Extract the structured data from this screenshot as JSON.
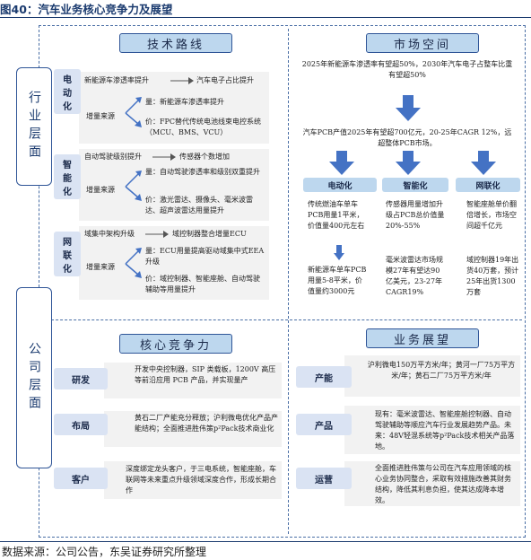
{
  "figure_title": "图40：汽车业务核心竞争力及展望",
  "source": "数据来源：公司公告，东吴证券研究所整理",
  "side_labels": {
    "industry": "行业层面",
    "company": "公司层面"
  },
  "tech_route": {
    "header": "技术路线",
    "rows": [
      {
        "label": "电动化",
        "trend_from": "新能源车渗透率提升",
        "trend_to": "汽车电子占比提升",
        "driver": "增量来源",
        "vol": "量：新能源车渗透率提升",
        "price": "价：FPC替代传统电池线束电控系统（MCU、BMS、VCU）"
      },
      {
        "label": "智能化",
        "trend_from": "自动驾驶级别提升",
        "trend_to": "传感器个数增加",
        "driver": "增量来源",
        "vol": "量：自动驾驶渗透率和级别双重提升",
        "price": "价：激光雷达、摄像头、毫米波雷达、超声波雷达用量提升"
      },
      {
        "label": "网联化",
        "trend_from": "域集中架构升级",
        "trend_to": "域控制器整合增量ECU",
        "driver": "增量来源",
        "vol": "量：ECU用量提高驱动域集中式EEA升级",
        "price": "价：域控制器、智能座舱、自动驾驶辅助等用量提升"
      }
    ]
  },
  "market_space": {
    "header": "市场空间",
    "top_text": "2025年新能源车渗透率有望超50%，2030年汽车电子占整车比重有望超50%",
    "mid_text": "汽车PCB产值2025年有望超700亿元，20-25年CAGR 12%，远超整体PCB市场。",
    "columns": [
      {
        "label": "电动化",
        "text1": "传统燃油车单车PCB用量1平米，价值量400元左右",
        "text2": "新能源车单车PCB用量5-8平米，价值量约3000元"
      },
      {
        "label": "智能化",
        "text1": "传感器用量增加升级占PCB总价值量20%-55%",
        "text2": "毫米波雷达市场规模27年有望达90亿美元，23-27年CAGR19%"
      },
      {
        "label": "网联化",
        "text1": "智能座舱单价翻倍增长，市场空间超千亿元",
        "text2": "域控制器19年出货40万套，预计25年出货1300万套"
      }
    ]
  },
  "core_comp": {
    "header": "核心竞争力",
    "rows": [
      {
        "label": "研发",
        "text": "开发中央控制器，SIP 类载板，1200V 高压等前沿应用 PCB 产品，并实现量产"
      },
      {
        "label": "布局",
        "text": "黄石二厂产能充分释放；沪利微电优化产品产能结构；全面推进胜伟策p²Pack技术商业化"
      },
      {
        "label": "客户",
        "text": "深度绑定龙头客户，于三电系统，智能座舱，车联网等未来重点升级领域深度合作，形成长期合作"
      }
    ]
  },
  "outlook": {
    "header": "业务展望",
    "rows": [
      {
        "label": "产能",
        "text": "沪利微电150万平方米/年；黄河一厂75万平方米/年；黄石二厂75万平方米/年"
      },
      {
        "label": "产品",
        "text": "现有：毫米波雷达、智能座舱控制器、自动驾驶辅助等顺应汽车行业发展趋势产品。未来：48V轻混系统等p²Pack技术相关产品落地。"
      },
      {
        "label": "运营",
        "text": "全面推进胜伟策与公司在汽车应用领域的核心业务协同整合，采取有效措施改善其财务结构，降低其利息负担，使其达成降本增效。"
      }
    ]
  },
  "colors": {
    "accent": "#2f5597",
    "header_fill": "#bdd7ee",
    "label_fill": "#dae3f3",
    "arrow": "#4472c4",
    "panel": "#f2f2f2"
  }
}
